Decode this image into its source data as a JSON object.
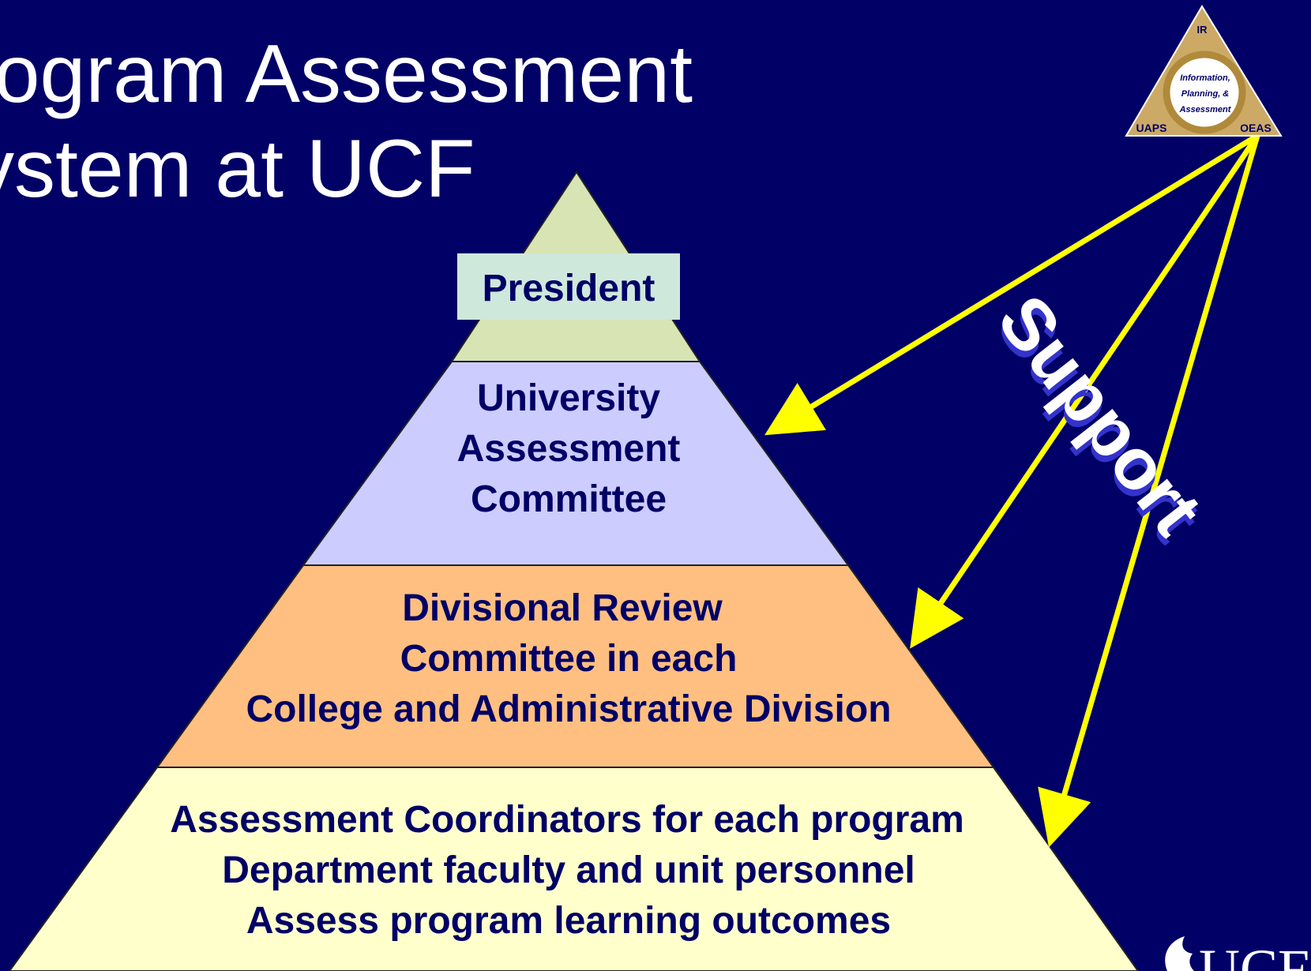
{
  "slide": {
    "title_line_1": "rogram Assessment",
    "title_line_2": "ystem at UCF"
  },
  "pyramid": {
    "tiers": [
      {
        "lines": [
          "President"
        ],
        "fill": "#D8E4B4",
        "label_bg": "#CFE8DC"
      },
      {
        "lines": [
          "University",
          "Assessment",
          "Committee"
        ],
        "fill": "#CCCCFF"
      },
      {
        "lines": [
          "Divisional Review",
          "Committee in each",
          "College and Administrative Division"
        ],
        "fill": "#FFBF80"
      },
      {
        "lines": [
          "Assessment Coordinators for each program",
          "Department faculty and unit personnel",
          "Assess program learning outcomes"
        ],
        "fill": "#FFFFCC"
      }
    ],
    "text_color": "#000066"
  },
  "support": {
    "label": "Support",
    "arrow_color": "#FFFF00",
    "text_color": "#FFFFFF",
    "shadow_color": "#3333CC",
    "arrow_targets": [
      "University Assessment Committee",
      "Divisional Review Committee",
      "Assessment Coordinators"
    ]
  },
  "logo": {
    "top": "IR",
    "left": "UAPS",
    "right": "OEAS",
    "center_lines": [
      "Information,",
      "Planning, &",
      "Assessment"
    ],
    "fill": "#CCAA66"
  },
  "footer_logo": {
    "text": "UCF"
  }
}
